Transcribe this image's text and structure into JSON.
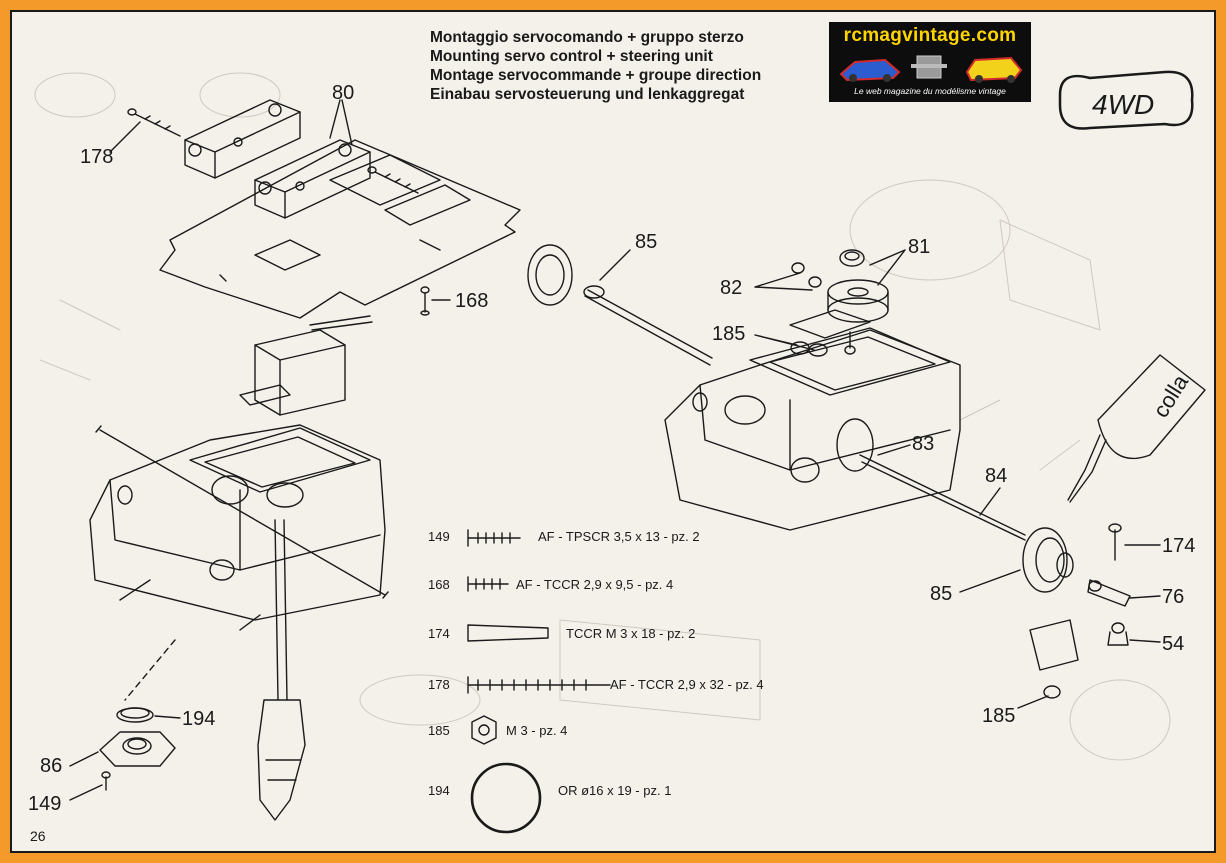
{
  "titles": [
    "Montaggio servocomando + gruppo sterzo",
    "Mounting servo control + steering unit",
    "Montage servocommande + groupe direction",
    "Einabau servosteuerung und lenkaggregat"
  ],
  "logo": {
    "name": "rcmagvintage.com",
    "tagline": "Le web magazine du modélisme vintage"
  },
  "badge": "4WD",
  "colla": "colla",
  "page_number": "26",
  "callouts": [
    "80",
    "178",
    "85",
    "168",
    "81",
    "82",
    "185",
    "83",
    "84",
    "174",
    "85",
    "76",
    "54",
    "185",
    "194",
    "86",
    "149"
  ],
  "parts": [
    {
      "num": "149",
      "desc": "AF - TPSCR 3,5 x 13 - pz. 2"
    },
    {
      "num": "168",
      "desc": "AF - TCCR 2,9 x 9,5 - pz. 4"
    },
    {
      "num": "174",
      "desc": "TCCR M 3 x 18 - pz. 2"
    },
    {
      "num": "178",
      "desc": "AF - TCCR 2,9 x 32 - pz. 4"
    },
    {
      "num": "185",
      "desc": "M 3 - pz. 4"
    },
    {
      "num": "194",
      "desc": "OR ø16 x 19 - pz. 1"
    }
  ],
  "colors": {
    "frame": "#f39a2a",
    "paper": "#f4f0ea",
    "ink": "#1a1a1a",
    "logo_bg": "#0d0d0d",
    "logo_text": "#ffd400"
  }
}
